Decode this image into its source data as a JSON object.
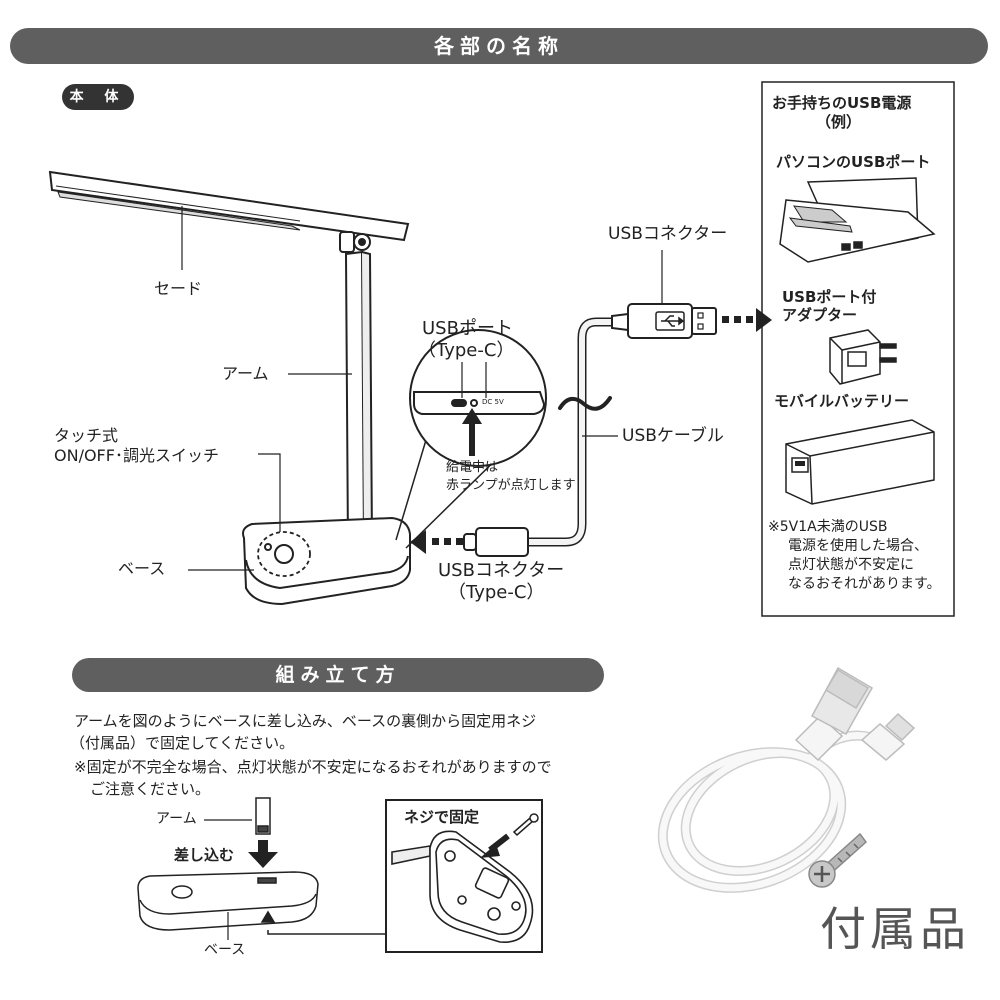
{
  "banners": {
    "parts": "各部の名称",
    "assembly": "組み立て方"
  },
  "body_tag": "本 体",
  "labels": {
    "shade": "セード",
    "arm": "アーム",
    "touch_line1": "タッチ式",
    "touch_line2": "ON/OFF･調光スイッチ",
    "base": "ベース",
    "usb_port_line1": "USBポート",
    "usb_port_line2": "（Type-C）",
    "dc5v": "DC 5V",
    "charge_line1": "給電中は",
    "charge_line2": "赤ランプが点灯します",
    "usb_connector": "USBコネクター",
    "usb_cable": "USBケーブル",
    "usb_connector_c_line1": "USBコネクター",
    "usb_connector_c_line2": "（Type-C）"
  },
  "power_box": {
    "title_line1": "お手持ちのUSB電源",
    "title_line2": "（例）",
    "pc": "パソコンのUSBポート",
    "adapter_line1": "USBポート付",
    "adapter_line2": "アダプター",
    "battery": "モバイルバッテリー",
    "note_line1": "※5V1A未満のUSB",
    "note_line2": "電源を使用した場合、",
    "note_line3": "点灯状態が不安定に",
    "note_line4": "なるおそれがあります。"
  },
  "assembly": {
    "text_line1": "アームを図のようにベースに差し込み、ベースの裏側から固定用ネジ",
    "text_line2": "（付属品）で固定してください。",
    "note_line1": "※固定が不完全な場合、点灯状態が不安定になるおそれがありますので",
    "note_line2": "ご注意ください。",
    "arm": "アーム",
    "insert": "差し込む",
    "base": "ベース",
    "screw_fix": "ネジで固定"
  },
  "accessories": "付属品",
  "colors": {
    "banner_bg": "#5f5f5f",
    "pill_bg": "#333333",
    "line": "#222222",
    "cable": "#f4f4f4"
  },
  "icons": [
    "usb-trident-icon",
    "arrow-right-icon",
    "arrow-left-icon",
    "arrow-down-icon",
    "arrow-up-icon",
    "tilde-icon",
    "screw-icon"
  ]
}
